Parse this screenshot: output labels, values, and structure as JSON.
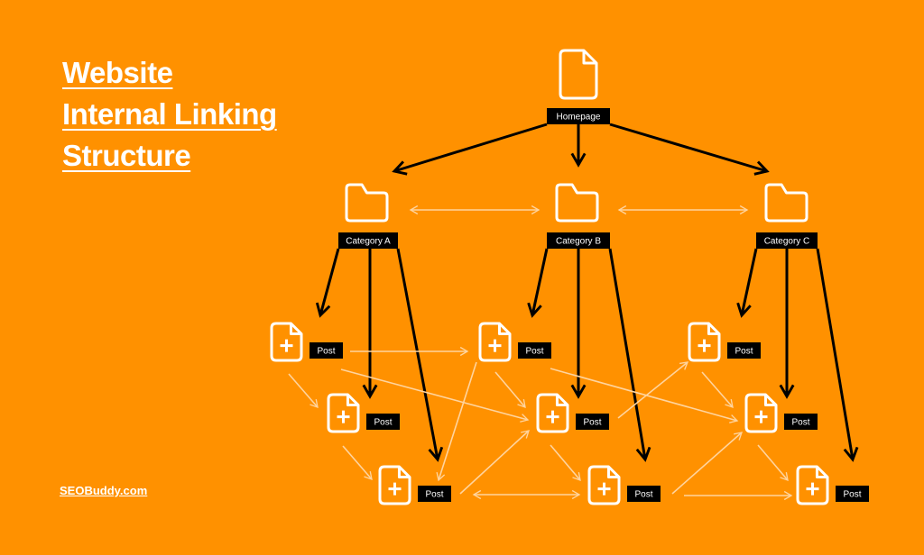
{
  "title": [
    "Website",
    "Internal Linking",
    "Structure"
  ],
  "brand": "SEOBuddy.com",
  "colors": {
    "background": "#ff9100",
    "hierarchy_link": "#000000",
    "internal_link": "#ffd49e",
    "label_bg": "#000000"
  },
  "homepage": {
    "label": "Homepage",
    "icon": "file-icon"
  },
  "categories": [
    {
      "label": "Category A",
      "icon": "folder-icon"
    },
    {
      "label": "Category B",
      "icon": "folder-icon"
    },
    {
      "label": "Category C",
      "icon": "folder-icon"
    }
  ],
  "posts": [
    {
      "label": "Post",
      "category": "A"
    },
    {
      "label": "Post",
      "category": "A"
    },
    {
      "label": "Post",
      "category": "A"
    },
    {
      "label": "Post",
      "category": "B"
    },
    {
      "label": "Post",
      "category": "B"
    },
    {
      "label": "Post",
      "category": "B"
    },
    {
      "label": "Post",
      "category": "C"
    },
    {
      "label": "Post",
      "category": "C"
    },
    {
      "label": "Post",
      "category": "C"
    }
  ]
}
